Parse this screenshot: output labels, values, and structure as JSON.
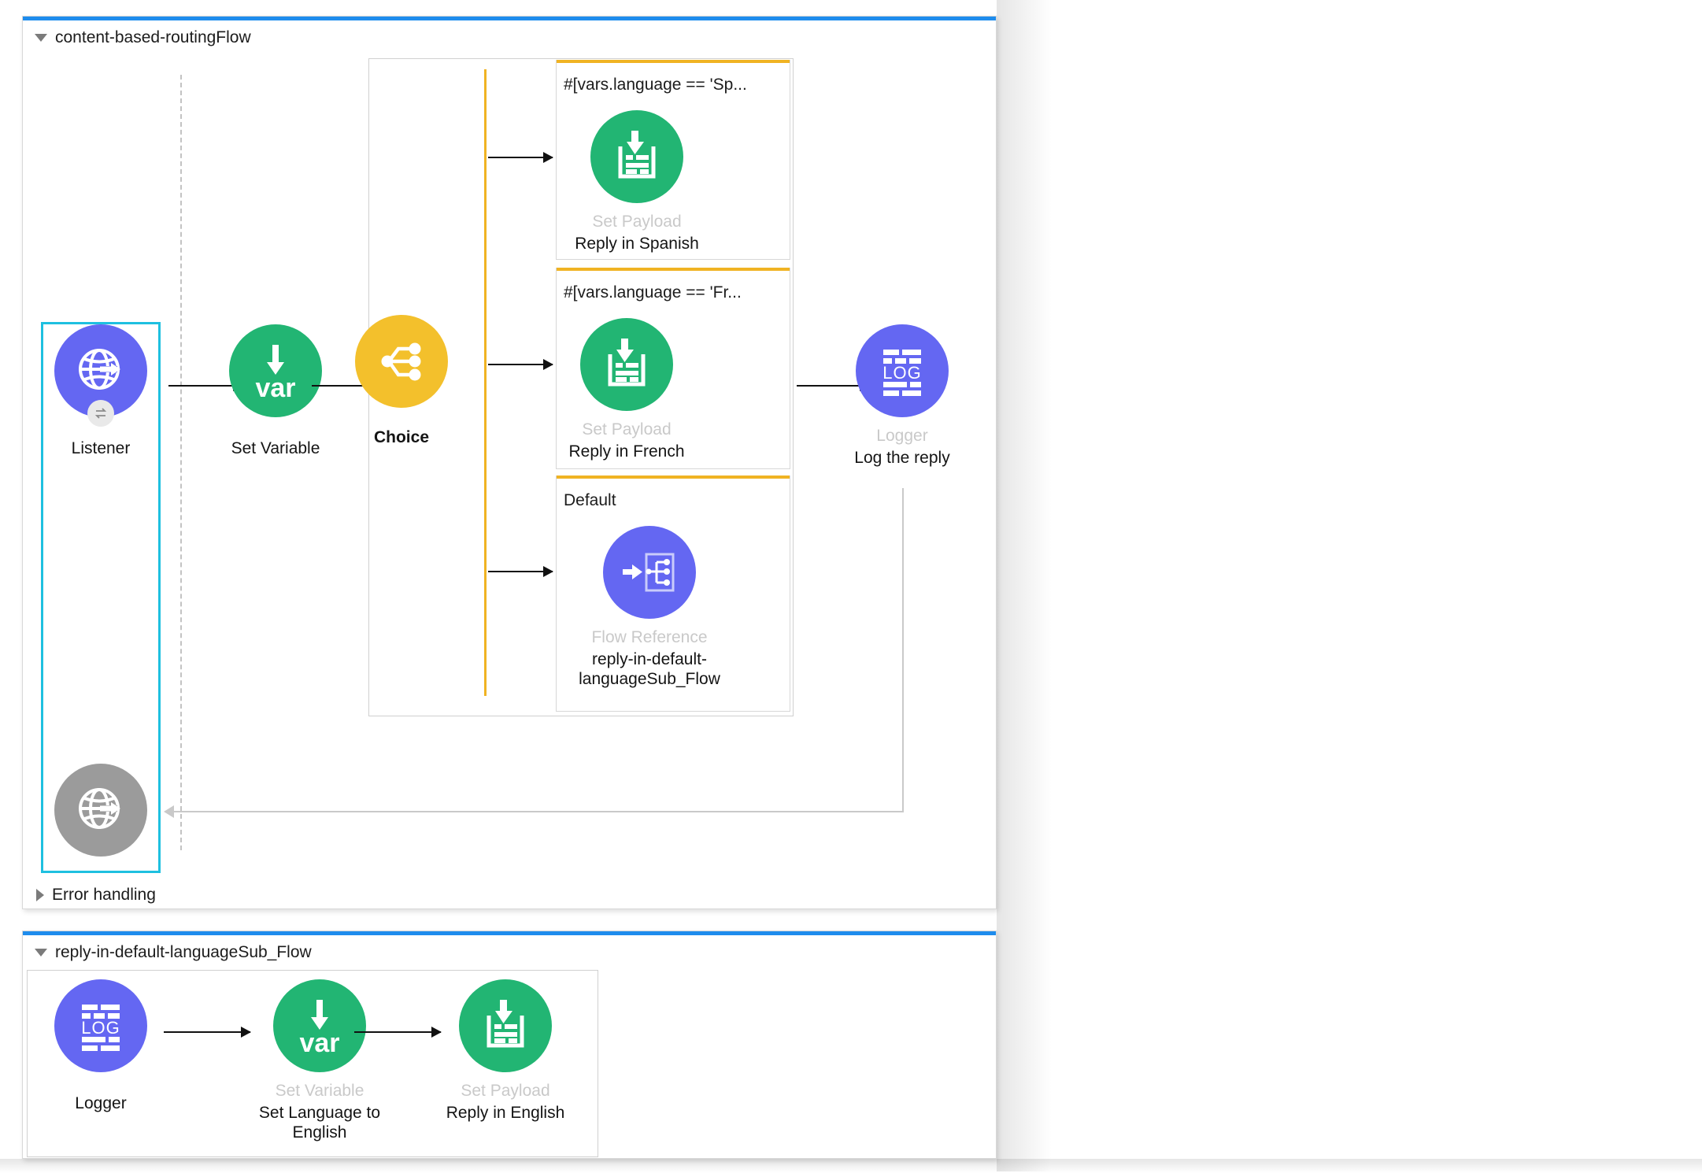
{
  "colors": {
    "accent_blue": "#1e8ced",
    "green": "#22b573",
    "purple": "#6467f2",
    "yellow": "#f3c02c",
    "grey": "#9b9b9b",
    "branch_bar": "#f0b323",
    "selection": "#1ec0e0",
    "type_label": "#c9c9c9"
  },
  "main_flow": {
    "title": "content-based-routingFlow",
    "collapse_icon": "triangle-down-icon",
    "error_handling": {
      "label": "Error handling",
      "collapse_icon": "triangle-right-icon"
    },
    "source": {
      "type": "Listener",
      "name": "Listener",
      "icon": "globe-arrow-icon",
      "color": "#6467f2",
      "selected": true
    },
    "response": {
      "type": "Listener",
      "name": "",
      "icon": "globe-arrow-icon",
      "color": "#9b9b9b",
      "selected": true
    },
    "set_variable": {
      "type": "Set Variable",
      "name": "Set Variable",
      "icon": "var-arrow-icon",
      "color": "#22b573"
    },
    "choice": {
      "type": "Choice",
      "name": "Choice",
      "icon": "choice-branch-icon",
      "color": "#f3c02c",
      "branches": [
        {
          "condition": "#[vars.language == 'Sp...",
          "component_type": "Set Payload",
          "component_name": "Reply in Spanish",
          "icon": "set-payload-icon",
          "color": "#22b573"
        },
        {
          "condition": "#[vars.language == 'Fr...",
          "component_type": "Set Payload",
          "component_name": "Reply in French",
          "icon": "set-payload-icon",
          "color": "#22b573"
        },
        {
          "condition": "Default",
          "component_type": "Flow Reference",
          "component_name": "reply-in-default-languageSub_Flow",
          "icon": "flow-reference-icon",
          "color": "#6467f2"
        }
      ]
    },
    "logger": {
      "type": "Logger",
      "name": "Log the reply",
      "icon": "log-icon",
      "color": "#6467f2"
    }
  },
  "sub_flow": {
    "title": "reply-in-default-languageSub_Flow",
    "collapse_icon": "triangle-down-icon",
    "nodes": [
      {
        "type": "Logger",
        "name": "Logger",
        "icon": "log-icon",
        "color": "#6467f2",
        "type_visible": false
      },
      {
        "type": "Set Variable",
        "name": "Set Language to English",
        "icon": "var-arrow-icon",
        "color": "#22b573",
        "type_visible": true
      },
      {
        "type": "Set Payload",
        "name": "Reply in English",
        "icon": "set-payload-icon",
        "color": "#22b573",
        "type_visible": true
      }
    ]
  }
}
